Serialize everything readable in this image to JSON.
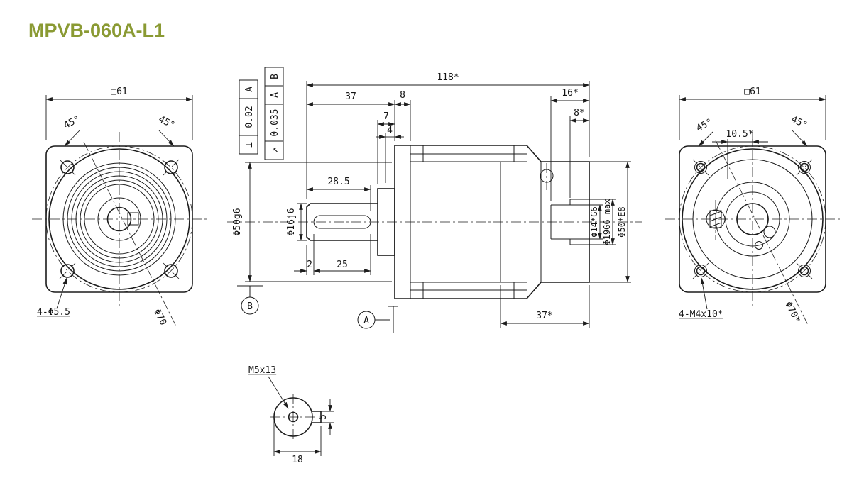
{
  "title": "MPVB-060A-L1",
  "colors": {
    "title": "#8a9a33",
    "line": "#1c1c1c",
    "background": "#ffffff"
  },
  "front_view": {
    "dim_square": "□61",
    "angle_left": "45°",
    "angle_right": "45°",
    "holes_label": "4-Φ5.5",
    "bolt_circle_label": "Φ70"
  },
  "side_view": {
    "dims": {
      "total": "118*",
      "shaft_len": "37",
      "flange_thk": "8",
      "shoulder": "7",
      "step": "4",
      "key_to_end": "28.5",
      "key_offset": "2",
      "key_len": "25",
      "rear_depth": "16*",
      "rear_step": "8*",
      "bore_depth": "37*"
    },
    "labels": {
      "pilot": "Φ50g6",
      "shaft": "Φ16j6",
      "bore_small": "Φ14*G6",
      "bore_mid": "Φ19G6 max",
      "bore_large": "Φ50*E8"
    },
    "fcf1": {
      "symbol": "⊥",
      "tol": "0.02",
      "datum1": "A"
    },
    "fcf2": {
      "symbol": "↗",
      "tol": "0.035",
      "datum1": "A",
      "datum2": "B"
    },
    "datum_a": "A",
    "datum_b": "B"
  },
  "rear_view": {
    "dim_square": "□61",
    "angle_left": "45°",
    "angle_right": "45°",
    "dim_offset": "10.5*",
    "holes_label": "4-M4x10*",
    "bolt_circle_label": "Φ70*"
  },
  "detail_view": {
    "thread_label": "M5x13",
    "dim_width": "18",
    "dim_tab": "5"
  }
}
